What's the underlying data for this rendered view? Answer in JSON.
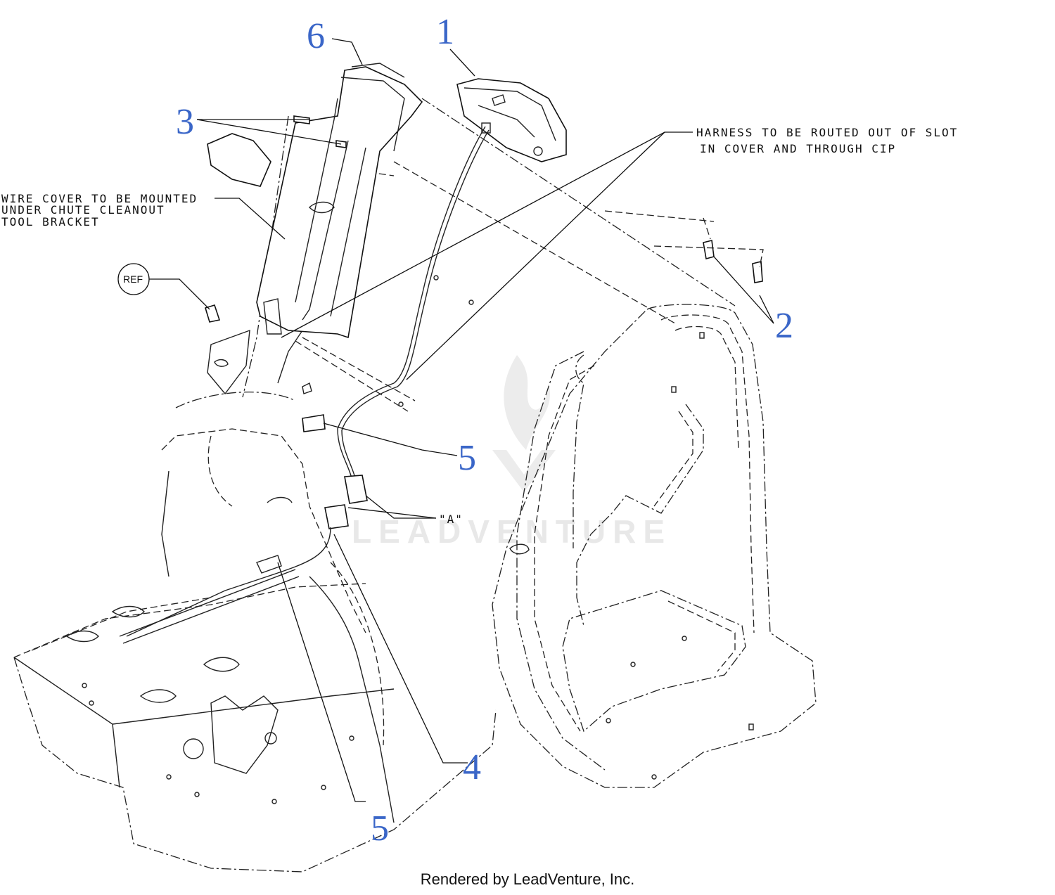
{
  "callouts": [
    {
      "id": "1",
      "label": "1"
    },
    {
      "id": "2",
      "label": "2"
    },
    {
      "id": "3",
      "label": "3"
    },
    {
      "id": "4",
      "label": "4"
    },
    {
      "id": "5a",
      "label": "5"
    },
    {
      "id": "5b",
      "label": "5"
    },
    {
      "id": "6",
      "label": "6"
    }
  ],
  "notes": {
    "harness_line1": "HARNESS TO BE ROUTED OUT OF SLOT",
    "harness_line2": "IN COVER AND THROUGH CIP",
    "wire_cover_line1": "WIRE COVER TO BE MOUNTED",
    "wire_cover_line2": "UNDER CHUTE CLEANOUT",
    "wire_cover_line3": "TOOL BRACKET",
    "ref": "REF",
    "detail_a": "\"A\""
  },
  "watermark": "LEADVENTURE",
  "footer": "Rendered by LeadVenture, Inc.",
  "colors": {
    "callout": "#3a66c8",
    "line": "#222222",
    "watermark": "#e8e8e8"
  }
}
